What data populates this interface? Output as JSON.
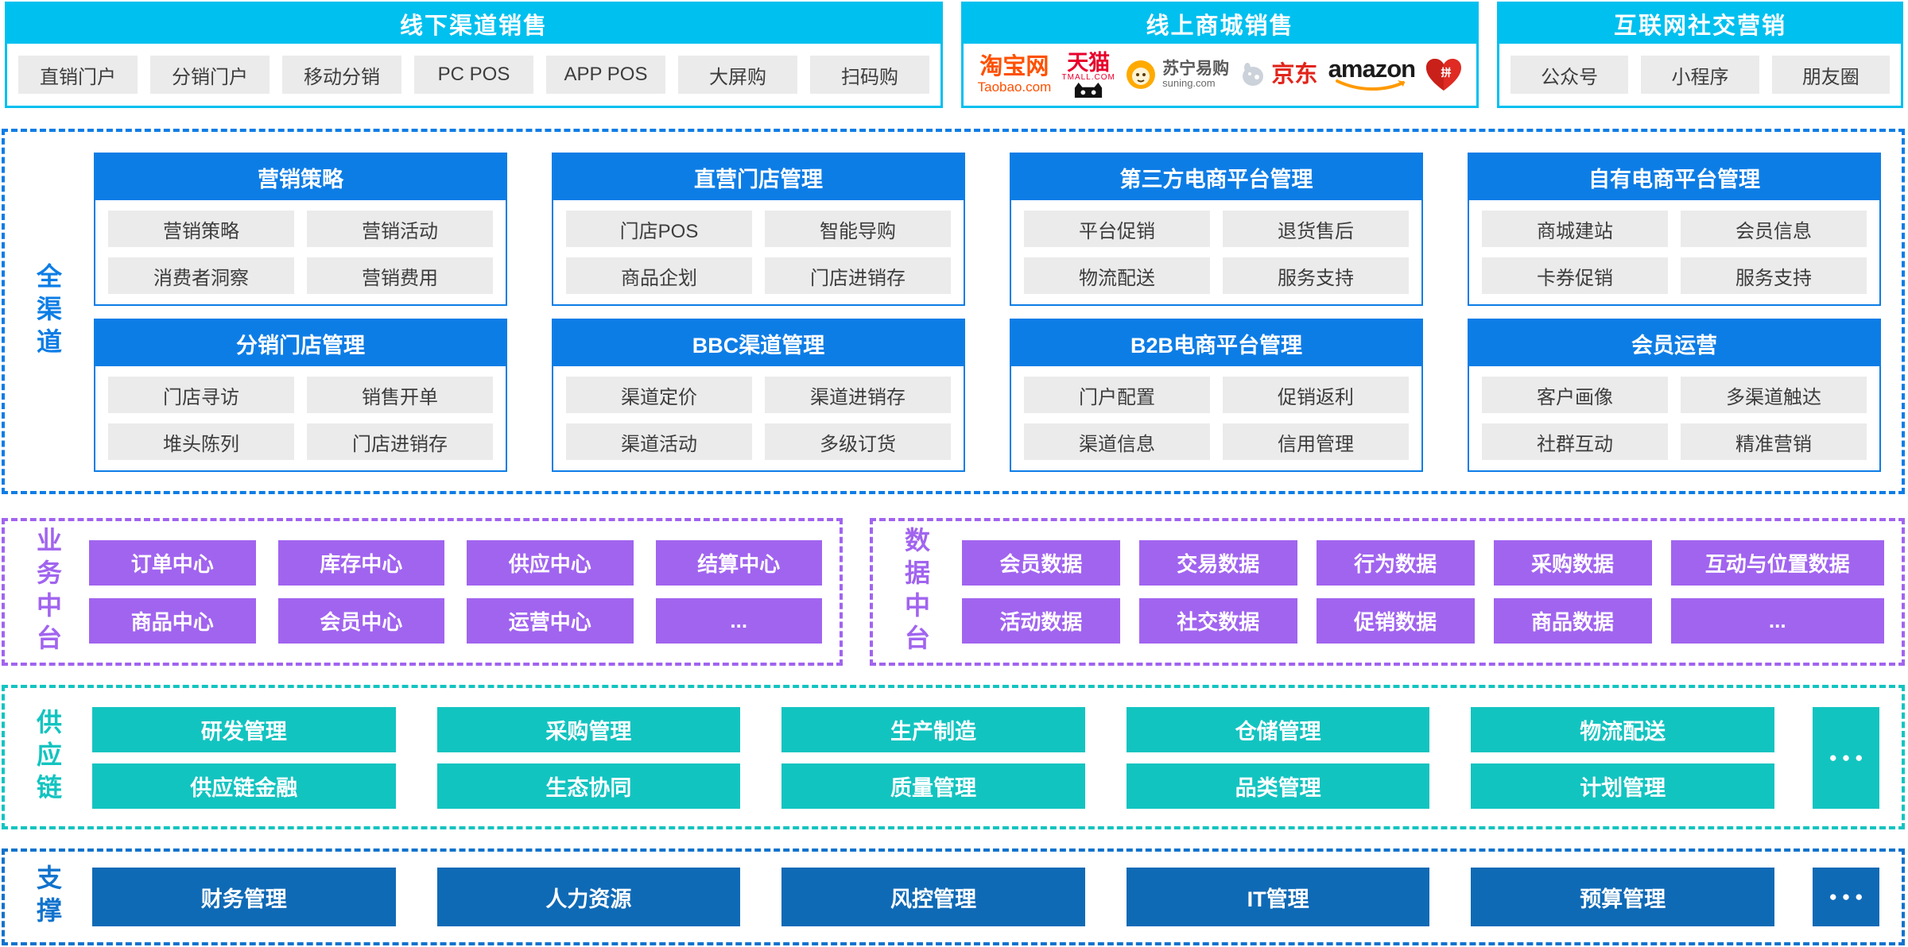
{
  "colors": {
    "cyan": "#00c0ef",
    "blue": "#0d7de6",
    "purple": "#a164ef",
    "teal": "#12c4c0",
    "dark_blue": "#0f6ab6",
    "chip_bg": "#ebebeb"
  },
  "top_sections": {
    "offline": {
      "title": "线下渠道销售",
      "items": [
        "直销门户",
        "分销门户",
        "移动分销",
        "PC POS",
        "APP POS",
        "大屏购",
        "扫码购"
      ]
    },
    "online": {
      "title": "线上商城销售",
      "logos": {
        "taobao_cn": "淘宝网",
        "taobao_en": "Taobao.com",
        "tmall_cn": "天猫",
        "tmall_en": "TMALL.COM",
        "suning_cn": "苏宁易购",
        "suning_en": "suning.com",
        "jd_cn": "京东",
        "amazon": "amazon",
        "pdd_cn": "拼"
      }
    },
    "social": {
      "title": "互联网社交营销",
      "items": [
        "公众号",
        "小程序",
        "朋友圈"
      ]
    }
  },
  "omni": {
    "label": "全渠道",
    "cards": [
      {
        "title": "营销策略",
        "items": [
          "营销策略",
          "营销活动",
          "消费者洞察",
          "营销费用"
        ]
      },
      {
        "title": "直营门店管理",
        "items": [
          "门店POS",
          "智能导购",
          "商品企划",
          "门店进销存"
        ]
      },
      {
        "title": "第三方电商平台管理",
        "items": [
          "平台促销",
          "退货售后",
          "物流配送",
          "服务支持"
        ]
      },
      {
        "title": "自有电商平台管理",
        "items": [
          "商城建站",
          "会员信息",
          "卡券促销",
          "服务支持"
        ]
      },
      {
        "title": "分销门店管理",
        "items": [
          "门店寻访",
          "销售开单",
          "堆头陈列",
          "门店进销存"
        ]
      },
      {
        "title": "BBC渠道管理",
        "items": [
          "渠道定价",
          "渠道进销存",
          "渠道活动",
          "多级订货"
        ]
      },
      {
        "title": "B2B电商平台管理",
        "items": [
          "门户配置",
          "促销返利",
          "渠道信息",
          "信用管理"
        ]
      },
      {
        "title": "会员运营",
        "items": [
          "客户画像",
          "多渠道触达",
          "社群互动",
          "精准营销"
        ]
      }
    ]
  },
  "business_platform": {
    "label": "业务中台",
    "items": [
      "订单中心",
      "库存中心",
      "供应中心",
      "结算中心",
      "商品中心",
      "会员中心",
      "运营中心",
      "..."
    ]
  },
  "data_platform": {
    "label": "数据中台",
    "items": [
      "会员数据",
      "交易数据",
      "行为数据",
      "采购数据",
      "互动与位置数据",
      "活动数据",
      "社交数据",
      "促销数据",
      "商品数据",
      "..."
    ]
  },
  "supply_chain": {
    "label": "供应链",
    "items": [
      "研发管理",
      "采购管理",
      "生产制造",
      "仓储管理",
      "物流配送",
      "供应链金融",
      "生态协同",
      "质量管理",
      "品类管理",
      "计划管理"
    ],
    "more": "●●●"
  },
  "support": {
    "label": "支撑",
    "items": [
      "财务管理",
      "人力资源",
      "风控管理",
      "IT管理",
      "预算管理"
    ],
    "more": "●●●"
  }
}
